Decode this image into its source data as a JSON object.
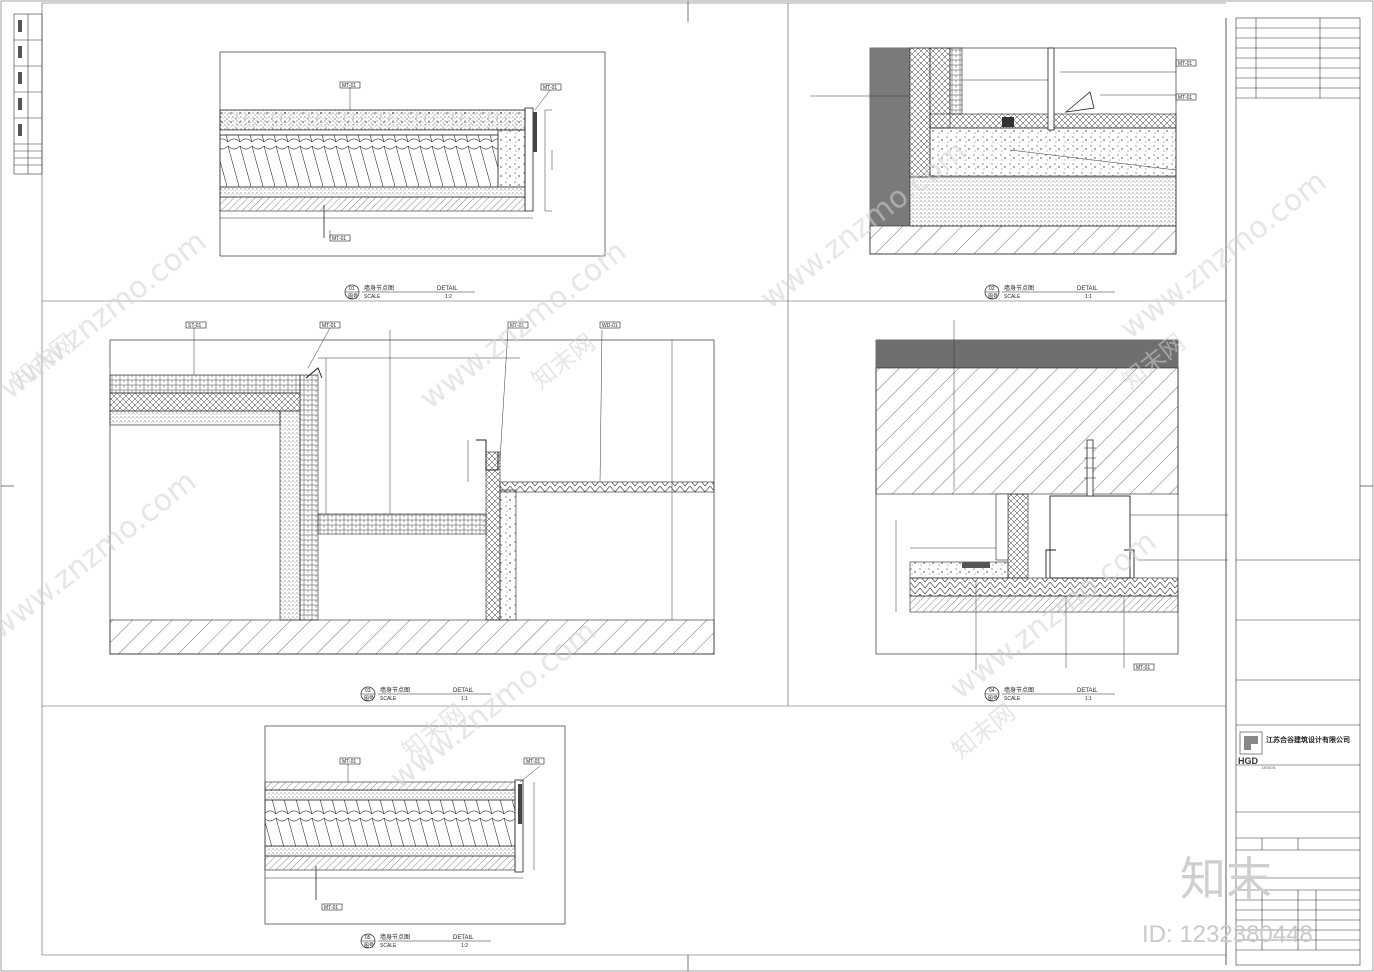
{
  "details": [
    {
      "title": "墙身节点图",
      "word": "DETAIL",
      "scale_label": "SCALE",
      "scale": "1:2",
      "num": "01",
      "sheet_ref": "图号"
    },
    {
      "title": "墙身节点图",
      "word": "DETAIL",
      "scale_label": "SCALE",
      "scale": "1:1",
      "num": "02",
      "sheet_ref": "图号"
    },
    {
      "title": "墙身节点图",
      "word": "DETAIL",
      "scale_label": "SCALE",
      "scale": "1:1",
      "num": "03",
      "sheet_ref": "图号"
    },
    {
      "title": "墙身节点图",
      "word": "DETAIL",
      "scale_label": "SCALE",
      "scale": "1:1",
      "num": "04",
      "sheet_ref": "图号"
    },
    {
      "title": "墙身节点图",
      "word": "DETAIL",
      "scale_label": "SCALE",
      "scale": "1:2",
      "num": "05",
      "sheet_ref": "图号"
    }
  ],
  "tags": {
    "d1": [
      "MT-01",
      "MT-01",
      "MT-01"
    ],
    "d2": [
      "MT-01",
      "MT-01"
    ],
    "d3": [
      "ST-01",
      "MT-01",
      "MT-01",
      "WD-01"
    ],
    "d4": [
      "MT-01"
    ],
    "d5": [
      "MT-01",
      "MT-01",
      "MT-01"
    ]
  },
  "title_block": {
    "company": "江苏合谷建筑设计有限公司",
    "logo": "HGD",
    "logo_sub": "DESIGN"
  },
  "watermark": {
    "site": "www.znzmo.com",
    "brand": "知末网",
    "corner_brand": "知末",
    "id_text": "ID: 1232380448"
  }
}
